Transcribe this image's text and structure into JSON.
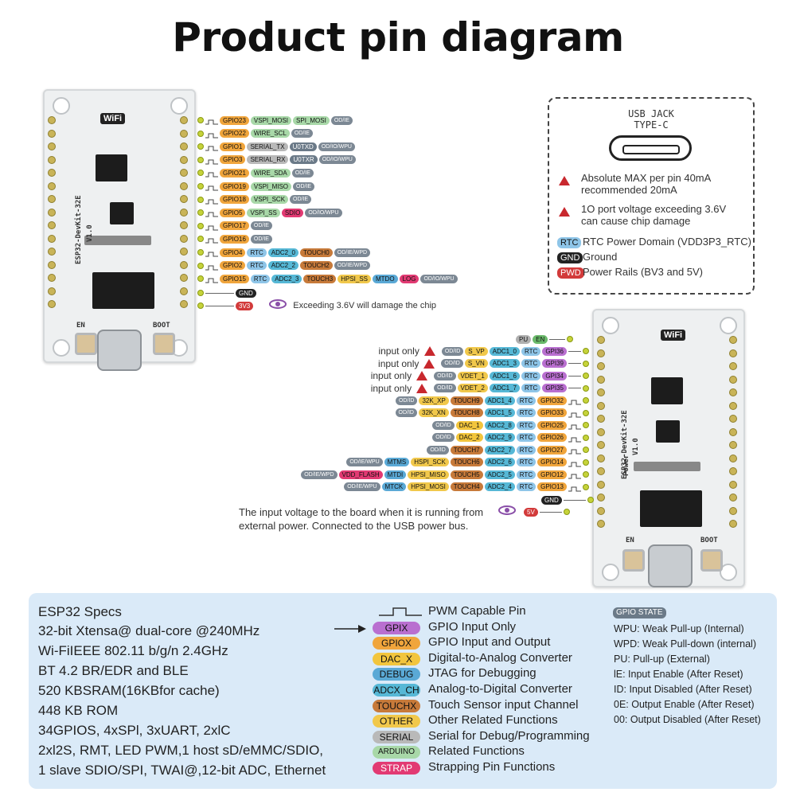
{
  "title": "Product pin diagram",
  "board": {
    "name": "ESP32-DevKit-32E",
    "version": "V1.0",
    "wifi": "WiFi",
    "btn_en": "EN",
    "btn_boot": "BOOT",
    "power": "Power"
  },
  "colors": {
    "gpio": "#f0a53c",
    "gpix": "#b96fd0",
    "rtc": "#8ec5e8",
    "adc": "#56b8d6",
    "touch": "#c77a3a",
    "dac": "#f2c53d",
    "serial": "#b9b9b9",
    "arduino": "#a8d8a8",
    "strap": "#e23a73",
    "other": "#f1c84b",
    "state": "#6b7a88",
    "debug": "#5aa9d6",
    "gnd": "#222222",
    "pwr": "#d23a3a"
  },
  "left_rows": [
    {
      "gpio": "GPIO23",
      "tags": [
        "VSPI_MOSI",
        "SPI_MOSI",
        "OD/IE"
      ]
    },
    {
      "gpio": "GPIO22",
      "tags": [
        "WIRE_SCL",
        "OD/IE"
      ]
    },
    {
      "gpio": "GPIO1",
      "tags": [
        "SERIAL_TX",
        "U0TXD",
        "OD/IO/WPU"
      ]
    },
    {
      "gpio": "GPIO3",
      "tags": [
        "SERIAL_RX",
        "U0TXR",
        "OD/IO/WPU"
      ]
    },
    {
      "gpio": "GPIO21",
      "tags": [
        "WIRE_SDA",
        "OD/IE"
      ]
    },
    {
      "gpio": "GPIO19",
      "tags": [
        "VSPI_MISO",
        "OD/IE"
      ]
    },
    {
      "gpio": "GPIO18",
      "tags": [
        "VSPI_SCK",
        "OD/IE"
      ]
    },
    {
      "gpio": "GPIO5",
      "tags": [
        "VSPI_SS",
        "SDIO",
        "OD/IO/WPU"
      ]
    },
    {
      "gpio": "GPIO17",
      "tags": [
        "OD/IE"
      ]
    },
    {
      "gpio": "GPIO16",
      "tags": [
        "OD/IE"
      ]
    },
    {
      "gpio": "GPIO4",
      "tags": [
        "RTC",
        "ADC2_0",
        "TOUCH0",
        "OD/IE/WPD"
      ]
    },
    {
      "gpio": "GPIO2",
      "tags": [
        "RTC",
        "ADC2_2",
        "TOUCH2",
        "OD/IE/WPD"
      ]
    },
    {
      "gpio": "GPIO15",
      "tags": [
        "RTC",
        "ADC2_3",
        "TOUCH3",
        "HPSI_SS",
        "MTDO",
        "LOG",
        "OD/IO/WPU"
      ]
    }
  ],
  "left_gnd": "GND",
  "left_3v3": "3V3",
  "left_3v3_note": "Exceeding 3.6V will damage the chip",
  "right_pu_en": [
    "PU",
    "EN"
  ],
  "right_rows": [
    {
      "note": "input only",
      "tags": [
        "OD/ID",
        "S_VP",
        "ADC1_0",
        "RTC"
      ],
      "gpio": "GPI36"
    },
    {
      "note": "input only",
      "tags": [
        "OD/ID",
        "S_VN",
        "ADC1_3",
        "RTC"
      ],
      "gpio": "GPI39"
    },
    {
      "note": "input only",
      "tags": [
        "OD/ID",
        "VDET_1",
        "ADC1_6",
        "RTC"
      ],
      "gpio": "GPI34"
    },
    {
      "note": "input only",
      "tags": [
        "OD/ID",
        "VDET_2",
        "ADC1_7",
        "RTC"
      ],
      "gpio": "GPI35"
    },
    {
      "note": "",
      "tags": [
        "OD/ID",
        "32K_XP",
        "TOUCH9",
        "ADC1_4",
        "RTC"
      ],
      "gpio": "GPIO32"
    },
    {
      "note": "",
      "tags": [
        "OD/ID",
        "32K_XN",
        "TOUCH8",
        "ADC1_5",
        "RTC"
      ],
      "gpio": "GPIO33"
    },
    {
      "note": "",
      "tags": [
        "OD/ID",
        "DAC_1",
        "ADC2_8",
        "RTC"
      ],
      "gpio": "GPIO25"
    },
    {
      "note": "",
      "tags": [
        "OD/ID",
        "DAC_2",
        "ADC2_9",
        "RTC"
      ],
      "gpio": "GPIO26"
    },
    {
      "note": "",
      "tags": [
        "OD/ID",
        "TOUCH7",
        "ADC2_7",
        "RTC"
      ],
      "gpio": "GPIO27"
    },
    {
      "note": "",
      "tags": [
        "OD/IE/WPU",
        "MTMS",
        "HSPI_SCK",
        "TOUCH6",
        "ADC2_6",
        "RTC"
      ],
      "gpio": "GPIO14"
    },
    {
      "note": "",
      "tags": [
        "OD/IE/WPD",
        "VDD_FLASH",
        "MTDI",
        "HPSI_MISO",
        "TOUCH5",
        "ADC2_5",
        "RTC"
      ],
      "gpio": "GPIO12"
    },
    {
      "note": "",
      "tags": [
        "OD/IE/WPU",
        "MTCK",
        "HPSI_MOSI",
        "TOUCH4",
        "ADC2_4",
        "RTC"
      ],
      "gpio": "GPIO13"
    }
  ],
  "right_gnd": "GND",
  "right_5v": "5V",
  "right_5v_note_1": "The input voltage to the board when it is running  from",
  "right_5v_note_2": "external power. Connected to the USB power bus.",
  "usb_box": {
    "jack_1": "USB JACK",
    "jack_2": "TYPE-C",
    "warn1_a": "Absolute MAX per pin 40mA",
    "warn1_b": "recommended 20mA",
    "warn2_a": "1O port voltage exceeding 3.6V",
    "warn2_b": "can cause chip damage",
    "rtc_tag": "RTC",
    "rtc_text": "RTC Power Domain (VDD3P3_RTC)",
    "gnd_tag": "GND",
    "gnd_text": "Ground",
    "pwd_tag": "PWD",
    "pwd_text": "Power Rails (BV3 and 5V)"
  },
  "specs": {
    "heading": "ESP32 Specs",
    "lines": [
      "32-bit Xtensa@ dual-core @240MHz",
      "Wi-FiIEEE 802.11 b/g/n 2.4GHz",
      "BT 4.2 BR/EDR and BLE",
      "520 KBSRAM(16KBfor cache)",
      "448 KB ROM",
      "34GPIOS, 4xSPl, 3xUART, 2xlC",
      "2xl2S, RMT, LED PWM,1 host sD/eMMC/SDIO,",
      "1 slave SDIO/SPI, TWAI@,12-bit ADC, Ethernet"
    ]
  },
  "legend": [
    {
      "tag": "",
      "text": "PWM Capable Pin"
    },
    {
      "tag": "GPIX",
      "text": "GPIO Input Only"
    },
    {
      "tag": "GPIOX",
      "text": "GPIO Input and Output"
    },
    {
      "tag": "DAC_X",
      "text": "Digital-to-Analog Converter"
    },
    {
      "tag": "DEBUG",
      "text": "JTAG for Debugging"
    },
    {
      "tag": "ADCX_CH",
      "text": "Analog-to-Digital Converter"
    },
    {
      "tag": "TOUCHX",
      "text": "Touch Sensor input Channel"
    },
    {
      "tag": "OTHER",
      "text": "Other Related Functions"
    },
    {
      "tag": "SERIAL",
      "text": "Serial for Debug/Programming"
    },
    {
      "tag": "ARDUINO",
      "text": "Related Functions"
    },
    {
      "tag": "STRAP",
      "text": "Strapping Pin Functions"
    }
  ],
  "gpio_state": {
    "title": "GPIO STATE",
    "items": [
      "WPU: Weak Pull-up (Internal)",
      "WPD: Weak Pull-down (internal)",
      "PU: Pull-up (External)",
      "lE: Input Enable (After Reset)",
      "ID: Input Disabled (After Reset)",
      "0E: Output Enable (After Reset)",
      "00: Output Disabled (After Reset)"
    ]
  }
}
